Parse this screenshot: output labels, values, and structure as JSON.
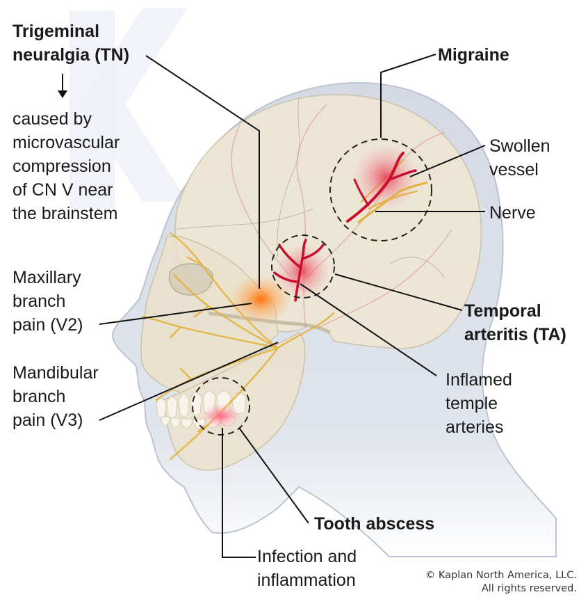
{
  "labels": {
    "trigeminal_neuralgia": [
      "Trigeminal",
      "neuralgia (TN)"
    ],
    "tn_cause": [
      "caused by",
      "microvascular",
      "compression",
      "of CN V near",
      "the brainstem"
    ],
    "maxillary": [
      "Maxillary",
      "branch",
      "pain (V2)"
    ],
    "mandibular": [
      "Mandibular",
      "branch",
      "pain (V3)"
    ],
    "migraine": "Migraine",
    "swollen_vessel": [
      "Swollen",
      "vessel"
    ],
    "nerve": "Nerve",
    "temporal_arteritis": [
      "Temporal",
      "arteritis (TA)"
    ],
    "inflamed_arteries": [
      "Inflamed",
      "temple",
      "arteries"
    ],
    "tooth_abscess": "Tooth abscess",
    "infection": [
      "Infection and",
      "inflammation"
    ]
  },
  "copyright": [
    "© Kaplan North America, LLC.",
    "All rights reserved."
  ],
  "colors": {
    "leader_line": "#111111",
    "artery": "#c8102e",
    "nerve": "#e3b23c",
    "skull": "#efe6d2",
    "skin": "#d9dde6",
    "pain_glow": "#ff7a1a",
    "inflammation_glow": "#ef5a6a"
  }
}
